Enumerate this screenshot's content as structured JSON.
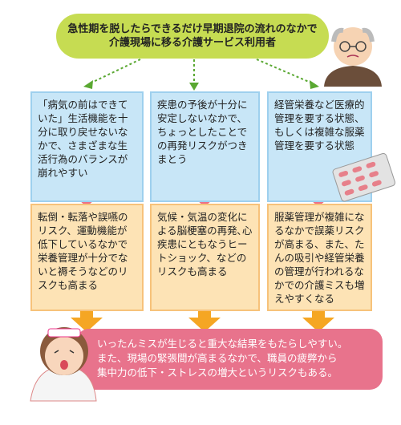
{
  "top": {
    "line1": "急性期を脱したらできるだけ早期退院の流れのなかで",
    "line2": "介護現場に移る介護サービス利用者"
  },
  "columns": [
    {
      "risk": "「病気の前はできていた」生活機能を十分に取り戻せないなかで、さまざまな生活行為のバランスが崩れやすい",
      "effect": "転倒・転落や誤嚥のリスク、運動機能が低下しているなかで栄養管理が十分でないと褥そうなどのリスクも高まる"
    },
    {
      "risk": "疾患の予後が十分に安定しないなかで、ちょっとしたことでの再発リスクがつきまとう",
      "effect": "気候・気温の変化による脳梗塞の再発､心疾患にともなうヒートショック、などのリスクも高まる"
    },
    {
      "risk": "経管栄養など医療的管理を要する状態、もしくは複雑な服薬管理を要する状態",
      "effect": "服薬管理が複雑になるなかで誤薬リスクが高まる、また、たんの吸引や経管栄養の管理が行われるなかでの介護ミスも増えやすくなる"
    }
  ],
  "bottom": {
    "line1": "いったんミスが生じると重大な結果をもたらしやすい。",
    "line2": "また、現場の緊張間が高まるなかで、職員の疲弊から",
    "line3": "集中力の低下・ストレスの増大というリスクもある。"
  },
  "colors": {
    "banner_green": "#c6dc52",
    "risk_blue": "#c8e6f7",
    "effect_orange": "#fde3b5",
    "down_arrow": "#ee6f86",
    "final_arrow": "#f5a623",
    "bottom_pink": "#e8738c"
  },
  "icons": [
    "elderly-man-illustration",
    "pill-blister-pack-illustration",
    "worried-nurse-illustration"
  ]
}
